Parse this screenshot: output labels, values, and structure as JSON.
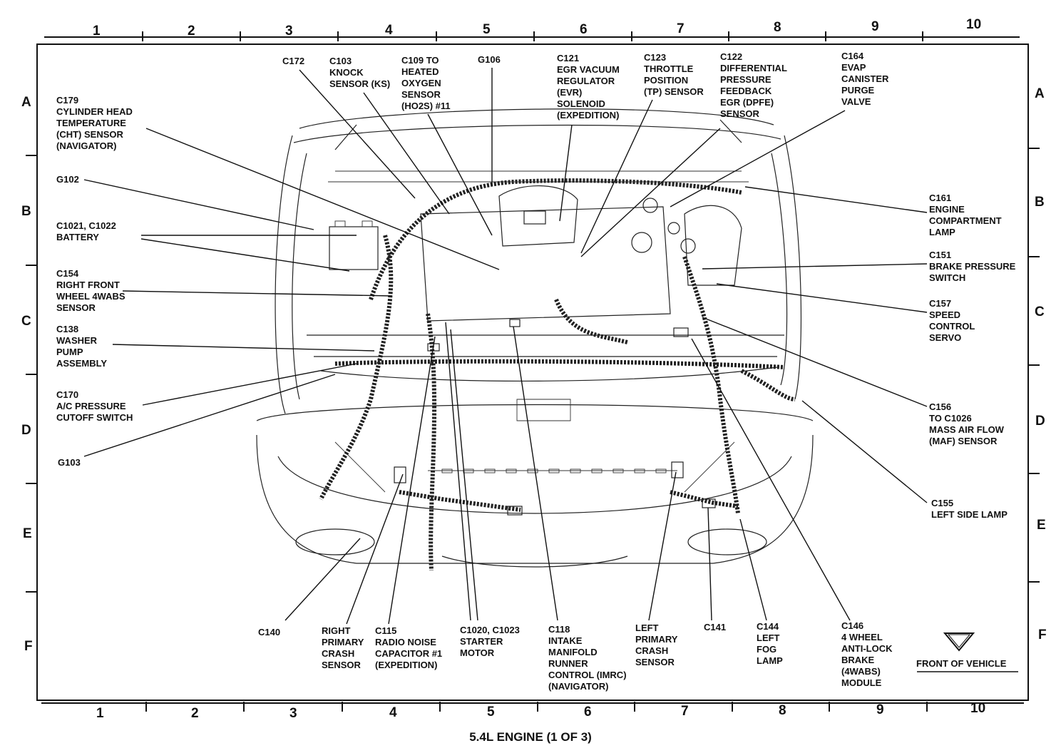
{
  "columns": [
    "1",
    "2",
    "3",
    "4",
    "5",
    "6",
    "7",
    "8",
    "9",
    "10"
  ],
  "rows": [
    "A",
    "B",
    "C",
    "D",
    "E",
    "F"
  ],
  "caption": "5.4L ENGINE (1 OF 3)",
  "front_of_vehicle": "FRONT OF VEHICLE",
  "callouts": {
    "c172": "C172",
    "c103": "C103\nKNOCK\nSENSOR (KS)",
    "c109": "C109 TO\nHEATED\nOXYGEN\nSENSOR\n(HO2S) #11",
    "g106": "G106",
    "c121": "C121\nEGR VACUUM\nREGULATOR\n(EVR)\nSOLENOID\n(EXPEDITION)",
    "c123": "C123\nTHROTTLE\nPOSITION\n(TP) SENSOR",
    "c122": "C122\nDIFFERENTIAL\nPRESSURE\nFEEDBACK\nEGR (DPFE)\nSENSOR",
    "c164": "C164\nEVAP\nCANISTER\nPURGE\nVALVE",
    "c179": "C179\nCYLINDER HEAD\nTEMPERATURE\n(CHT) SENSOR\n(NAVIGATOR)",
    "g102": "G102",
    "c1021": "C1021, C1022\nBATTERY",
    "c154": "C154\nRIGHT FRONT\nWHEEL 4WABS\nSENSOR",
    "c138": "C138\nWASHER\nPUMP\nASSEMBLY",
    "c170": "C170\nA/C PRESSURE\nCUTOFF SWITCH",
    "g103": "G103",
    "c161": "C161\nENGINE\nCOMPARTMENT\nLAMP",
    "c151": "C151\nBRAKE PRESSURE\nSWITCH",
    "c157": "C157\nSPEED\nCONTROL\nSERVO",
    "c156": "C156\nTO C1026\nMASS AIR FLOW\n(MAF) SENSOR",
    "c155": "C155\nLEFT SIDE LAMP",
    "c140": "C140",
    "right_crash": "RIGHT\nPRIMARY\nCRASH\nSENSOR",
    "c115": "C115\nRADIO NOISE\nCAPACITOR #1\n(EXPEDITION)",
    "c1020": "C1020, C1023\nSTARTER\nMOTOR",
    "c118": "C118\nINTAKE\nMANIFOLD\nRUNNER\nCONTROL (IMRC)\n(NAVIGATOR)",
    "left_crash": "LEFT\nPRIMARY\nCRASH\nSENSOR",
    "c141": "C141",
    "c144": "C144\nLEFT\nFOG\nLAMP",
    "c146": "C146\n4 WHEEL\nANTI-LOCK\nBRAKE\n(4WABS)\nMODULE"
  }
}
